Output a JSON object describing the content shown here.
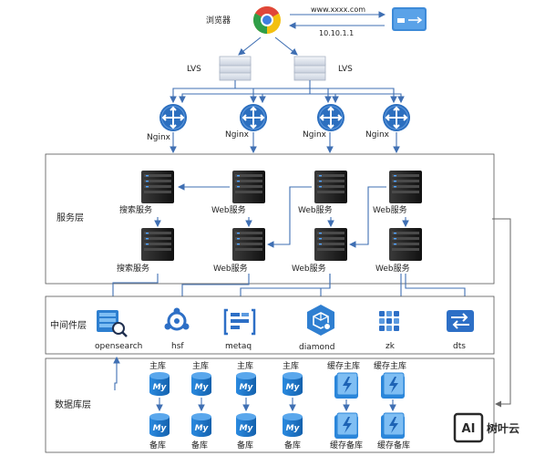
{
  "browser": {
    "label": "浏览器",
    "icon": "chrome-icon"
  },
  "dns": {
    "domain": "www.xxxx.com",
    "ip": "10.10.1.1",
    "icon": "dns-router-icon"
  },
  "lvs": [
    {
      "label": "LVS"
    },
    {
      "label": "LVS"
    }
  ],
  "nginx": [
    {
      "label": "Nginx"
    },
    {
      "label": "Nginx"
    },
    {
      "label": "Nginx"
    },
    {
      "label": "Nginx"
    }
  ],
  "service_layer": {
    "title": "服务层",
    "top_row": [
      "搜索服务",
      "Web服务",
      "Web服务",
      "Web服务"
    ],
    "bottom_row": [
      "搜索服务",
      "Web服务",
      "Web服务",
      "Web服务"
    ]
  },
  "middleware_layer": {
    "title": "中间件层",
    "items": [
      {
        "label": "opensearch",
        "icon": "opensearch-icon"
      },
      {
        "label": "hsf",
        "icon": "hsf-icon"
      },
      {
        "label": "metaq",
        "icon": "metaq-icon"
      },
      {
        "label": "diamond",
        "icon": "diamond-icon"
      },
      {
        "label": "zk",
        "icon": "zookeeper-icon"
      },
      {
        "label": "dts",
        "icon": "dts-icon"
      }
    ]
  },
  "database_layer": {
    "title": "数据库层",
    "mysql_groups": [
      {
        "master": "主库",
        "slave": "备库"
      },
      {
        "master": "主库",
        "slave": "备库"
      },
      {
        "master": "主库",
        "slave": "备库"
      },
      {
        "master": "主库",
        "slave": "备库"
      }
    ],
    "cache_groups": [
      {
        "master": "缓存主库",
        "slave": "缓存备库"
      },
      {
        "master": "缓存主库",
        "slave": "缓存备库"
      }
    ]
  },
  "watermark": {
    "logo_text": "AI",
    "text": "树叶云"
  },
  "colors": {
    "arrow": "#3f6fb3",
    "server": "#1c1c1c",
    "db_blue": "#1e7bd0",
    "icon_blue": "#2f7fd1"
  }
}
